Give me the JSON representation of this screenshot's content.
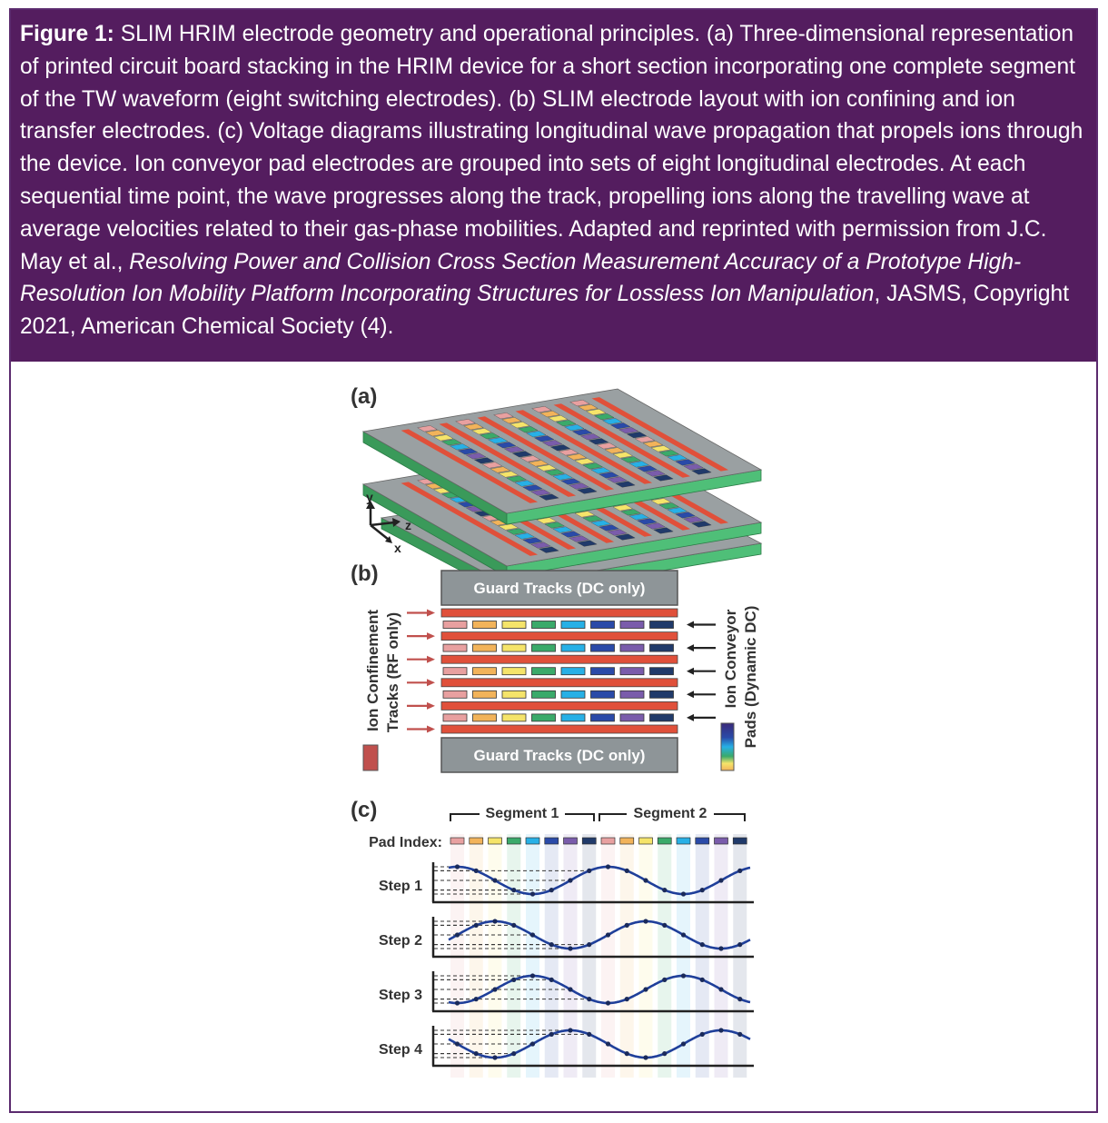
{
  "caption": {
    "label": "Figure 1:",
    "text_main": " SLIM HRIM electrode geometry and operational principles. (a) Three-dimensional representation of printed circuit board stacking in the HRIM device for a short section incorporating one complete segment of the TW waveform (eight switching electrodes). (b) SLIM electrode layout with ion confining and ion transfer electrodes. (c) Voltage diagrams illustrating longitudinal wave propagation that propels ions through the device. Ion conveyor pad electrodes are grouped into sets of eight longitudinal electrodes. At each sequential time point, the wave progresses along the track, propelling ions along the travelling wave at average velocities related to their gas-phase mobilities. Adapted and reprinted with permission from J.C. May et al., ",
    "text_italic": "Resolving Power and Collision Cross Section Measurement Accuracy of a Prototype High-Resolution Ion Mobility Platform Incorporating Structures for Lossless Ion Manipulation",
    "text_end": ", JASMS, Copyright 2021, American Chemical Society (4)."
  },
  "panel_a": {
    "label": "(a)",
    "axis_y": "y",
    "axis_z": "z",
    "axis_x": "x"
  },
  "panel_b": {
    "label": "(b)",
    "guard_top": "Guard Tracks (DC only)",
    "guard_bottom": "Guard Tracks (DC only)",
    "left_label_line1": "Ion Confinement",
    "left_label_line2": "Tracks (RF only)",
    "right_label_line1": "Ion Conveyor",
    "right_label_line2": "Pads (Dynamic DC)"
  },
  "panel_c": {
    "label": "(c)",
    "segment1": "Segment 1",
    "segment2": "Segment 2",
    "pad_index": "Pad Index:",
    "steps": [
      "Step 1",
      "Step 2",
      "Step 3",
      "Step 4"
    ]
  },
  "colors": {
    "caption_bg": "#541d5f",
    "pads": [
      "#e8a0a0",
      "#f2b35a",
      "#f5e46a",
      "#3aaa6a",
      "#27b0e6",
      "#2a4aa8",
      "#7a5cab",
      "#203a6a"
    ],
    "rf_track": "#e0503a",
    "guard": "#8e9598",
    "wave": "#1f3f9a",
    "board_edge": "#3fae6a"
  }
}
